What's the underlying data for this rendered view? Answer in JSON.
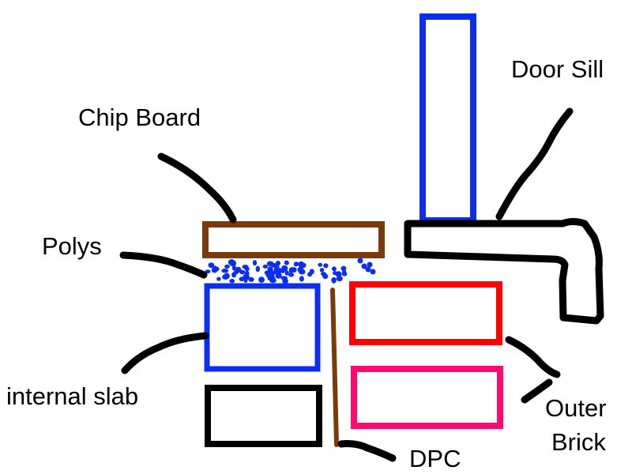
{
  "diagram": {
    "title": "Door sill / threshold detail (hand-drawn section)",
    "labels": {
      "chip_board": "Chip Board",
      "polys": "Polys",
      "internal_slab": "internal slab",
      "door_sill": "Door Sill",
      "outer_brick_line1": "Outer",
      "outer_brick_line2": "Brick",
      "dpc": "DPC"
    },
    "components": [
      {
        "id": "chip-board",
        "label": "Chip Board",
        "color": "#7b3a0c"
      },
      {
        "id": "polys",
        "label": "Polys",
        "color": "#0b2ef0"
      },
      {
        "id": "internal-slab",
        "label": "internal slab",
        "color": "#0b2ef0"
      },
      {
        "id": "lower-block",
        "label": "",
        "color": "#000000"
      },
      {
        "id": "dpc",
        "label": "DPC",
        "color": "#7b3a0c"
      },
      {
        "id": "outer-brick-upper",
        "label": "Outer Brick",
        "color": "#ff0000"
      },
      {
        "id": "outer-brick-lower",
        "label": "Outer Brick",
        "color": "#ff0a6e"
      },
      {
        "id": "door-frame",
        "label": "",
        "color": "#0b2ef0"
      },
      {
        "id": "door-sill",
        "label": "Door Sill",
        "color": "#000000"
      }
    ],
    "colors": {
      "brown": "#7b3a0c",
      "blue": "#0b2ef0",
      "red": "#ff0000",
      "pink": "#ff0a6e",
      "black": "#000000",
      "background": "#ffffff"
    }
  }
}
